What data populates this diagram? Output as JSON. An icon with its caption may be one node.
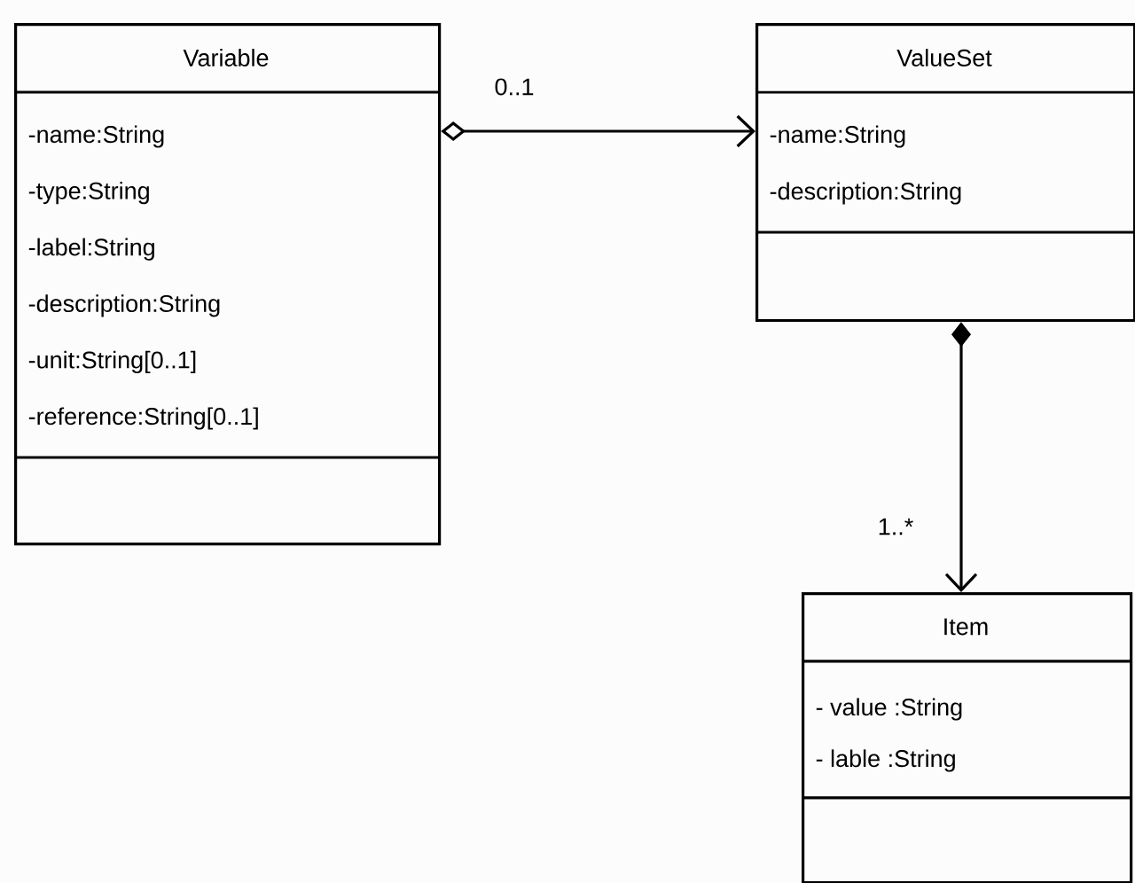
{
  "diagram": {
    "nodes": [
      {
        "text": [
          "Variable",
          "-name:String",
          "-type:String",
          "-label:String",
          "-description:String",
          "-unit:String[0..1]",
          "-reference:String[0..1]"
        ]
      },
      {
        "text": [
          "ValueSet",
          "-name:String",
          "-description:String"
        ]
      },
      {
        "text": [
          "Item",
          "- value :String",
          "- lable :String"
        ]
      }
    ],
    "edges": [
      {
        "from": 0,
        "to": 1,
        "arrow": "to",
        "label": "0..1"
      },
      {
        "from": 1,
        "to": 2,
        "arrow": "to",
        "label": "1..*"
      }
    ]
  }
}
